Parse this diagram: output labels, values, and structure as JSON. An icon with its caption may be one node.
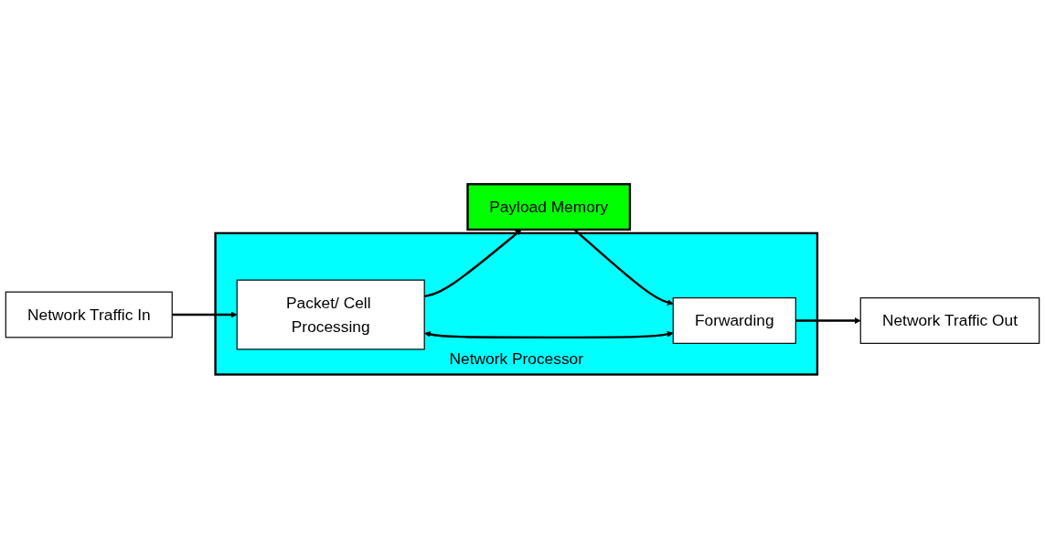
{
  "diagram": {
    "nodes": [
      {
        "text": [
          "Payload Memory"
        ]
      },
      {
        "text": [
          "Network Traffic In"
        ]
      },
      {
        "text": [
          "Network Processor"
        ]
      },
      {
        "text": [
          "Packet/ Cell Processing"
        ],
        "in": 2
      },
      {
        "text": [
          "Forwarding"
        ],
        "in": 2
      },
      {
        "text": [
          "Network Traffic Out"
        ]
      }
    ],
    "edges": [
      {
        "from": 1,
        "to": 3,
        "arrow": "to"
      },
      {
        "from": 3,
        "to": 0,
        "arrow": "to"
      },
      {
        "from": 0,
        "to": 4,
        "arrow": "to"
      },
      {
        "from": 3,
        "to": 4,
        "arrow": "both"
      },
      {
        "from": 4,
        "to": 5,
        "arrow": "to"
      }
    ]
  }
}
